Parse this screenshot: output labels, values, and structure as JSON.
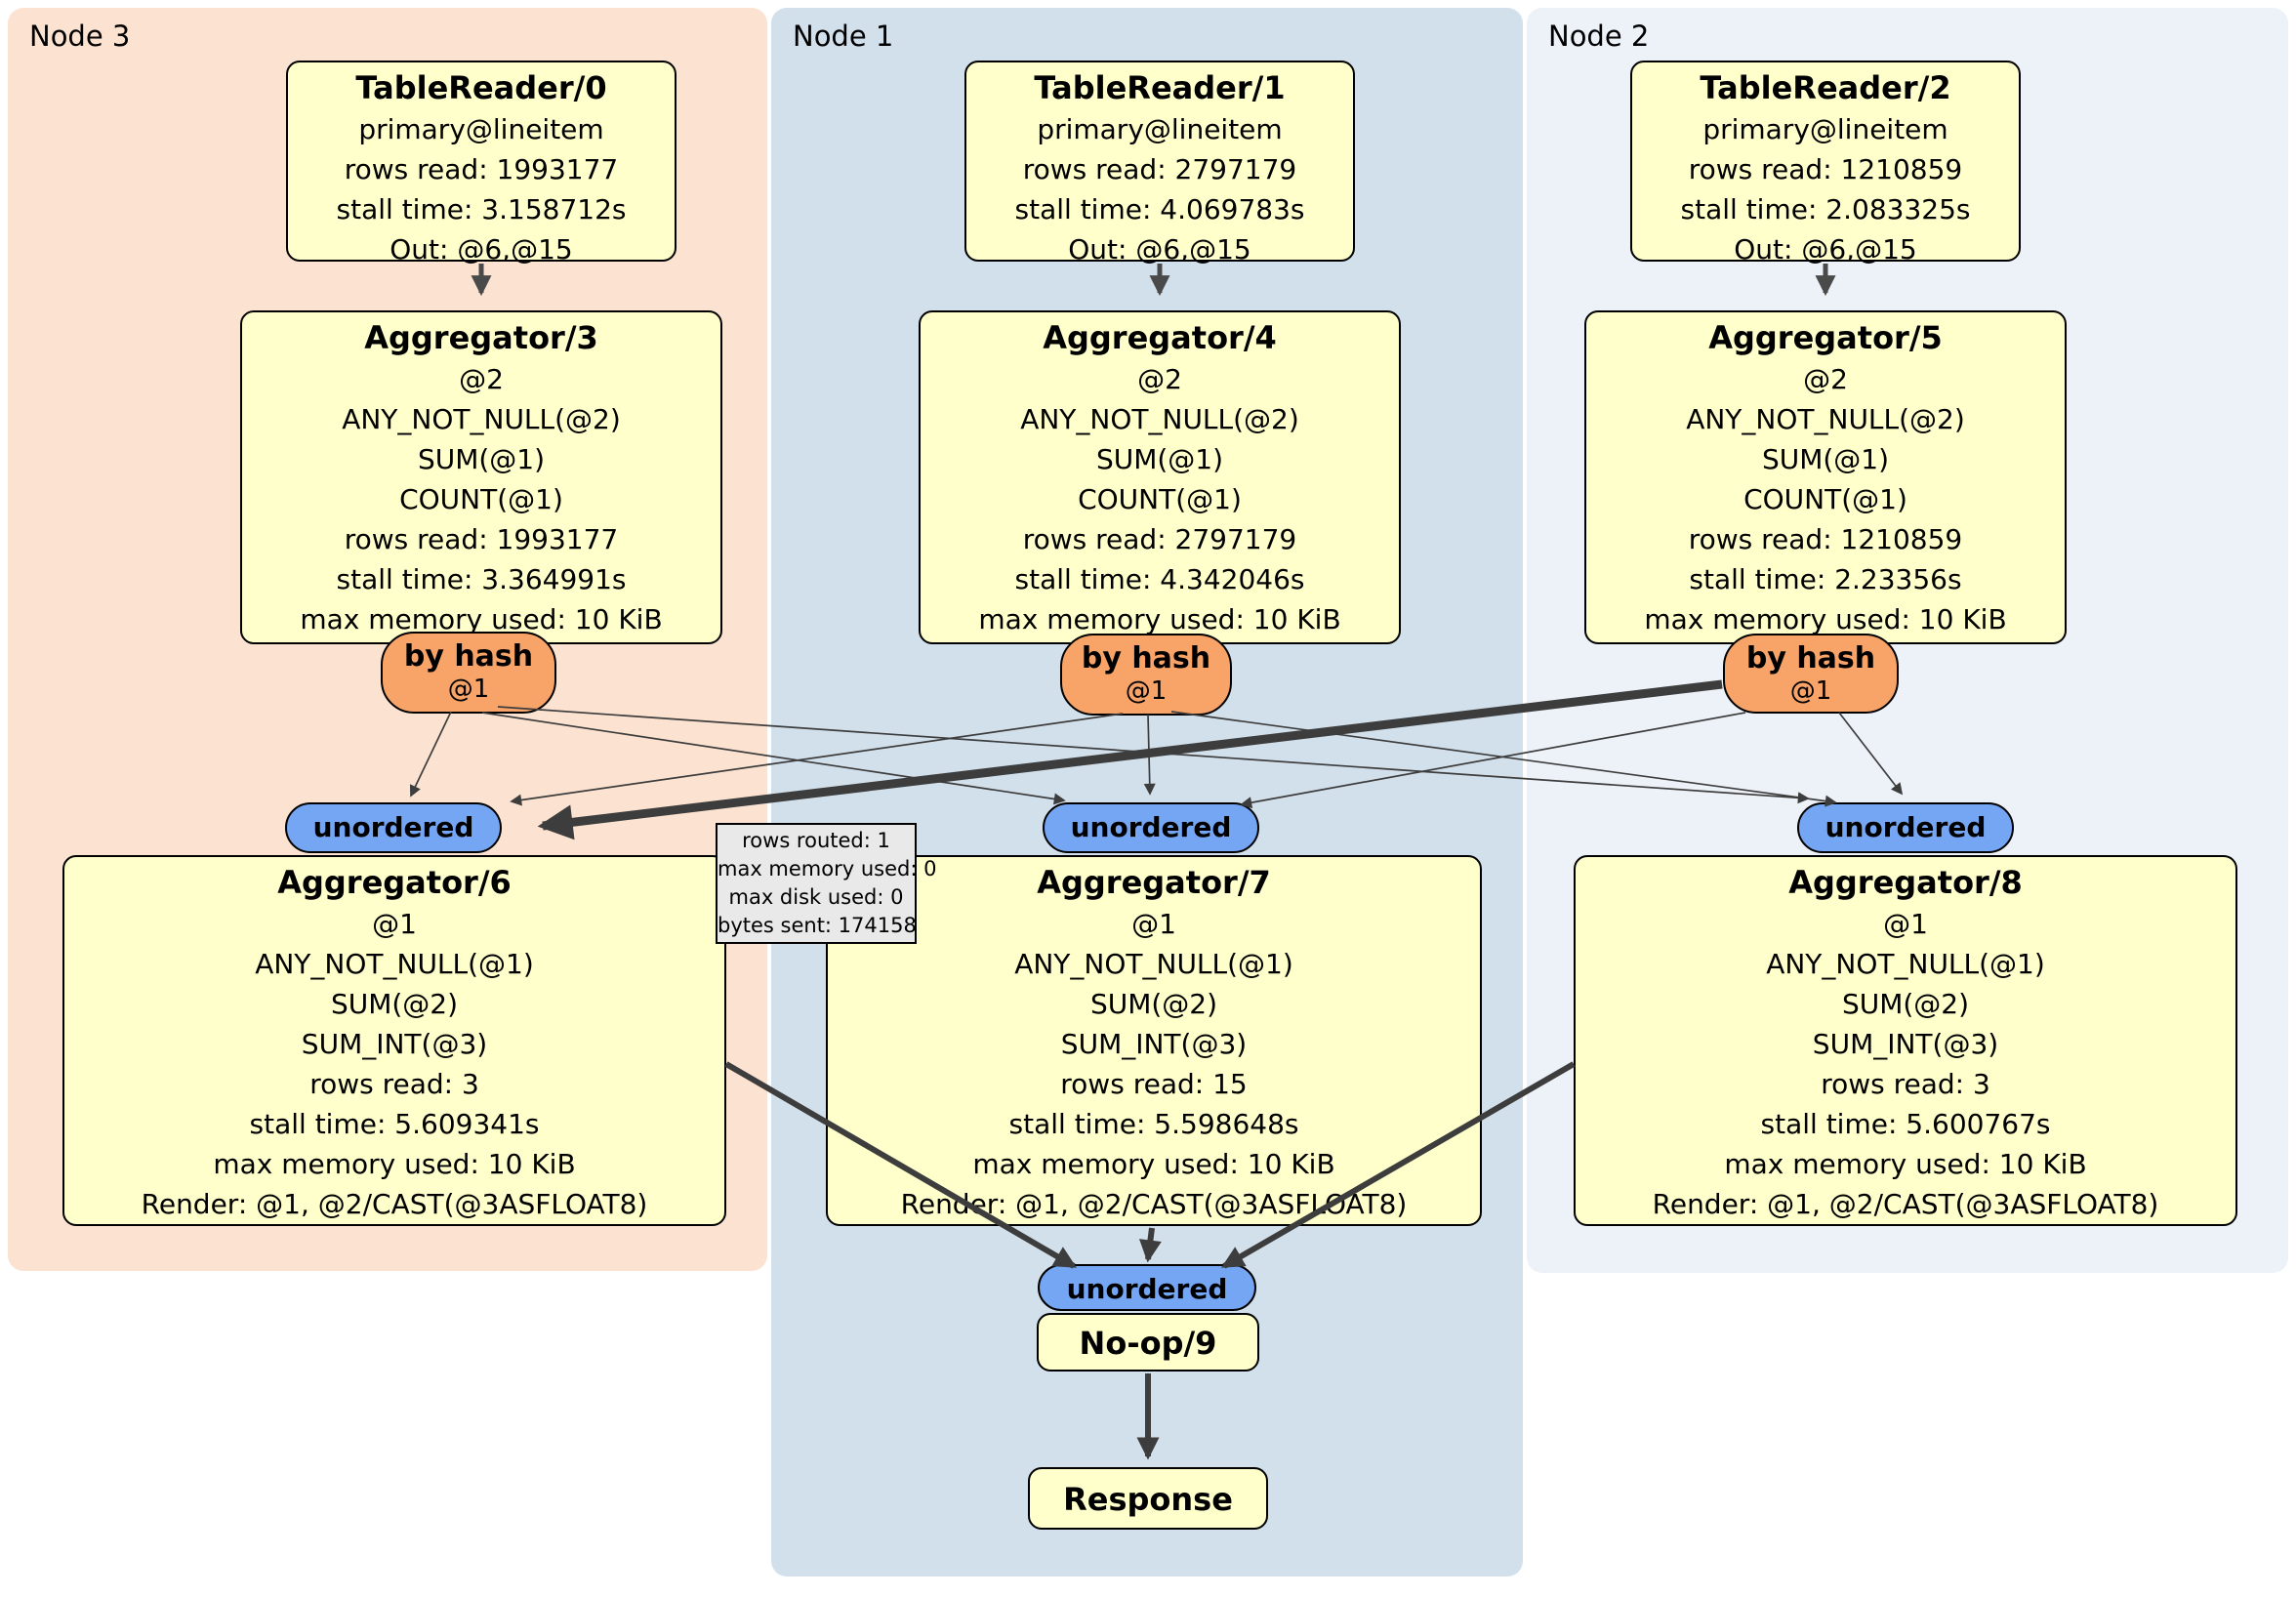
{
  "groups": [
    {
      "id": "node3",
      "label": "Node 3",
      "color": "#fce3d1"
    },
    {
      "id": "node1",
      "label": "Node 1",
      "color": "#d2e0ec"
    },
    {
      "id": "node2",
      "label": "Node 2",
      "color": "#edf1f8"
    }
  ],
  "processors": [
    {
      "id": "tr0",
      "title": "TableReader/0",
      "lines": [
        "primary@lineitem",
        "rows read: 1993177",
        "stall time: 3.158712s",
        "Out: @6,@15"
      ]
    },
    {
      "id": "tr1",
      "title": "TableReader/1",
      "lines": [
        "primary@lineitem",
        "rows read: 2797179",
        "stall time: 4.069783s",
        "Out: @6,@15"
      ]
    },
    {
      "id": "tr2",
      "title": "TableReader/2",
      "lines": [
        "primary@lineitem",
        "rows read: 1210859",
        "stall time: 2.083325s",
        "Out: @6,@15"
      ]
    },
    {
      "id": "agg3",
      "title": "Aggregator/3",
      "lines": [
        "@2",
        "ANY_NOT_NULL(@2)",
        "SUM(@1)",
        "COUNT(@1)",
        "rows read: 1993177",
        "stall time: 3.364991s",
        "max memory used: 10 KiB"
      ]
    },
    {
      "id": "agg4",
      "title": "Aggregator/4",
      "lines": [
        "@2",
        "ANY_NOT_NULL(@2)",
        "SUM(@1)",
        "COUNT(@1)",
        "rows read: 2797179",
        "stall time: 4.342046s",
        "max memory used: 10 KiB"
      ]
    },
    {
      "id": "agg5",
      "title": "Aggregator/5",
      "lines": [
        "@2",
        "ANY_NOT_NULL(@2)",
        "SUM(@1)",
        "COUNT(@1)",
        "rows read: 1210859",
        "stall time: 2.23356s",
        "max memory used: 10 KiB"
      ]
    },
    {
      "id": "agg6",
      "title": "Aggregator/6",
      "lines": [
        "@1",
        "ANY_NOT_NULL(@1)",
        "SUM(@2)",
        "SUM_INT(@3)",
        "rows read: 3",
        "stall time: 5.609341s",
        "max memory used: 10 KiB",
        "Render: @1, @2/CAST(@3ASFLOAT8)"
      ]
    },
    {
      "id": "agg7",
      "title": "Aggregator/7",
      "lines": [
        "@1",
        "ANY_NOT_NULL(@1)",
        "SUM(@2)",
        "SUM_INT(@3)",
        "rows read: 15",
        "stall time: 5.598648s",
        "max memory used: 10 KiB",
        "Render: @1, @2/CAST(@3ASFLOAT8)"
      ]
    },
    {
      "id": "agg8",
      "title": "Aggregator/8",
      "lines": [
        "@1",
        "ANY_NOT_NULL(@1)",
        "SUM(@2)",
        "SUM_INT(@3)",
        "rows read: 3",
        "stall time: 5.600767s",
        "max memory used: 10 KiB",
        "Render: @1, @2/CAST(@3ASFLOAT8)"
      ]
    },
    {
      "id": "noop",
      "title": "No-op/9",
      "lines": []
    },
    {
      "id": "response",
      "title": "Response",
      "lines": []
    }
  ],
  "routers": {
    "byhash": {
      "label": "by hash",
      "sub": "@1"
    },
    "unordered": {
      "label": "unordered"
    }
  },
  "tooltip": {
    "lines": [
      "rows routed: 1",
      "max memory used: 0",
      "max disk used: 0",
      "bytes sent: 174158"
    ]
  },
  "colors": {
    "processor_fill": "#ffffcb",
    "byhash_fill": "#f8a469",
    "unordered_fill": "#74a6f4",
    "edge": "#3d3d3d",
    "tooltip_fill": "#e9e9e9"
  }
}
